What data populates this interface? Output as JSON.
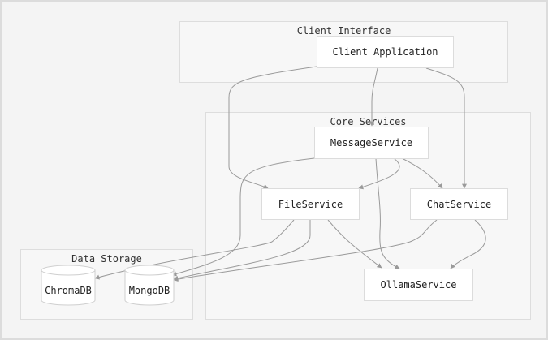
{
  "clusters": {
    "client": {
      "title": "Client Interface"
    },
    "core": {
      "title": "Core Services"
    },
    "storage": {
      "title": "Data Storage"
    }
  },
  "nodes": {
    "client_app": "Client Application",
    "message_service": "MessageService",
    "file_service": "FileService",
    "chat_service": "ChatService",
    "ollama_service": "OllamaService",
    "chromadb": "ChromaDB",
    "mongodb": "MongoDB"
  },
  "edges": [
    {
      "from": "Client Application",
      "to": "FileService"
    },
    {
      "from": "Client Application",
      "to": "MessageService"
    },
    {
      "from": "Client Application",
      "to": "ChatService"
    },
    {
      "from": "MessageService",
      "to": "FileService"
    },
    {
      "from": "MessageService",
      "to": "ChatService"
    },
    {
      "from": "MessageService",
      "to": "OllamaService"
    },
    {
      "from": "MessageService",
      "to": "MongoDB"
    },
    {
      "from": "FileService",
      "to": "ChromaDB"
    },
    {
      "from": "FileService",
      "to": "MongoDB"
    },
    {
      "from": "FileService",
      "to": "OllamaService"
    },
    {
      "from": "ChatService",
      "to": "MongoDB"
    },
    {
      "from": "ChatService",
      "to": "OllamaService"
    }
  ],
  "colors": {
    "edge": "#9a9a9a",
    "node_border": "#dcdcdc",
    "cluster_bg": "#f7f7f7",
    "canvas_bg": "#f4f4f4"
  }
}
